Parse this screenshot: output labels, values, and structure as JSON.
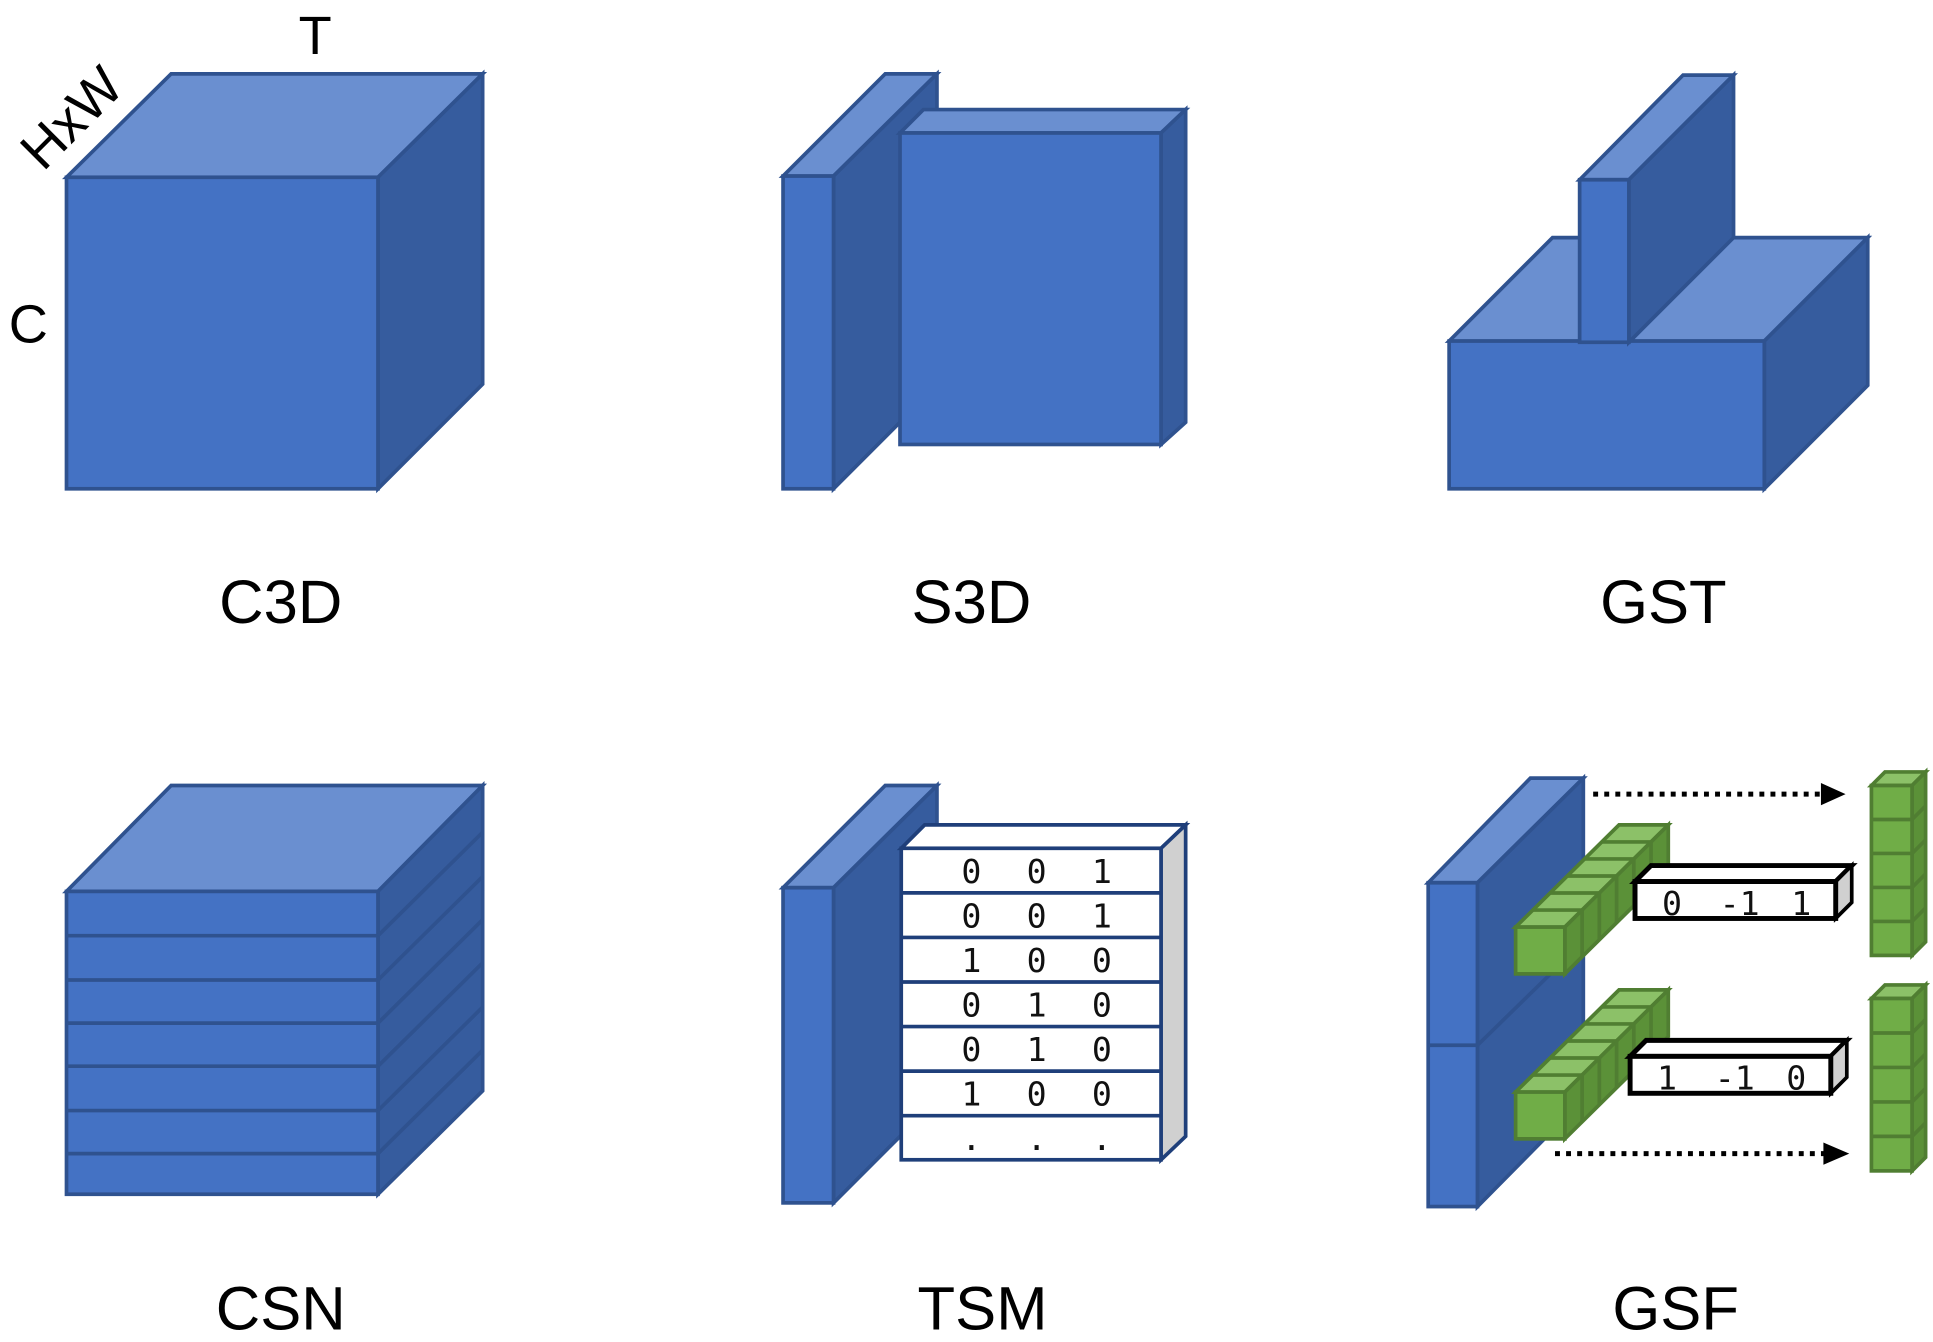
{
  "axes": {
    "time": "T",
    "spatial": "HxW",
    "channel": "C"
  },
  "panels": [
    {
      "label": "C3D"
    },
    {
      "label": "S3D"
    },
    {
      "label": "GST"
    },
    {
      "label": "CSN"
    },
    {
      "label": "TSM"
    },
    {
      "label": "GSF"
    }
  ],
  "tsm_table": [
    [
      "0",
      "0",
      "1"
    ],
    [
      "0",
      "0",
      "1"
    ],
    [
      "1",
      "0",
      "0"
    ],
    [
      "0",
      "1",
      "0"
    ],
    [
      "0",
      "1",
      "0"
    ],
    [
      "1",
      "0",
      "0"
    ],
    [
      ".",
      ".",
      "."
    ]
  ],
  "gsf_kernels": [
    [
      "0",
      "-1",
      "1"
    ],
    [
      "1",
      "-1",
      "0"
    ]
  ],
  "colors": {
    "blue_front": "#4472C4",
    "blue_top": "#6A8FD0",
    "blue_side": "#365C9E",
    "green": "#70AD47"
  }
}
